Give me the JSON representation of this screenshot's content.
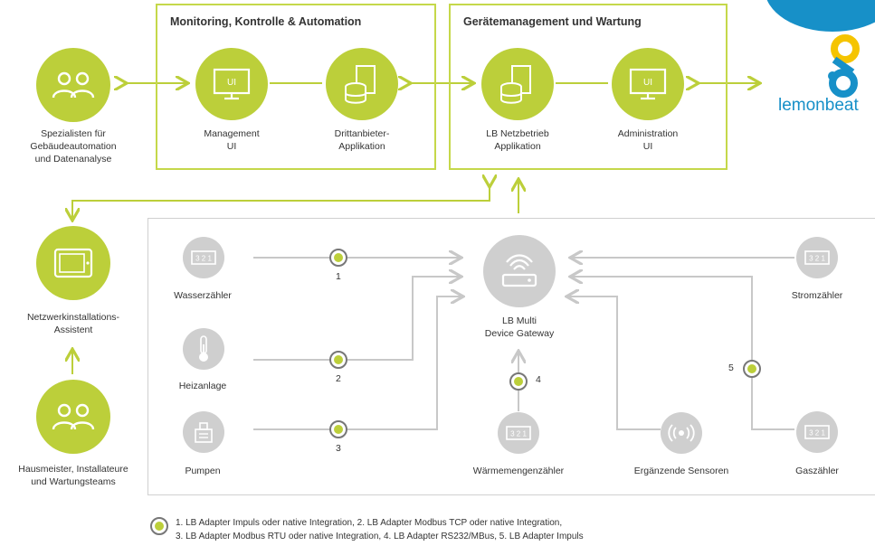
{
  "boxes": {
    "monitoring_title": "Monitoring, Kontrolle & Automation",
    "device_mgmt_title": "Gerätemanagement und Wartung"
  },
  "nodes": {
    "specialists": "Spezialisten für\nGebäudeautomation\nund Datenanalyse",
    "management_ui": "Management\nUI",
    "third_party_app": "Drittanbieter-\nApplikation",
    "lb_network_app": "LB Netzbetrieb\nApplikation",
    "admin_ui": "Administration\nUI",
    "installation_assistant": "Netzwerkinstallations-\nAssistent",
    "caretakers": "Hausmeister, Installateure\nund Wartungsteams",
    "water_meter": "Wasserzähler",
    "heating": "Heizanlage",
    "pumps": "Pumpen",
    "gateway": "LB Multi\nDevice Gateway",
    "heat_meter": "Wärmemengenzähler",
    "sensors": "Ergänzende Sensoren",
    "electricity_meter": "Stromzähler",
    "gas_meter": "Gaszähler"
  },
  "icons": {
    "ui_text": "UI",
    "meter_digits": "3 2 1"
  },
  "markers": [
    "1",
    "2",
    "3",
    "4",
    "5"
  ],
  "logo": {
    "text": "lemonbeat"
  },
  "legend": {
    "line1": "1. LB Adapter Impuls oder native Integration, 2. LB Adapter Modbus TCP oder native Integration,",
    "line2": "3. LB Adapter Modbus RTU oder native Integration, 4. LB Adapter RS232/MBus, 5. LB Adapter Impuls"
  },
  "colors": {
    "accent_green": "#bccf3a",
    "grey": "#cfcfcf",
    "logo_blue": "#1790c8"
  }
}
